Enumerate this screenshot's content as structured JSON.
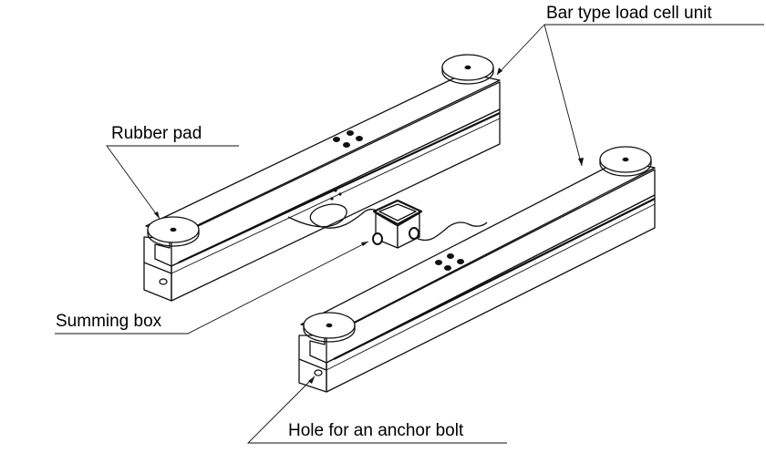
{
  "diagram": {
    "title": "Bar type load cell scale components",
    "labels": {
      "bar_unit": "Bar type load cell unit",
      "rubber_pad": "Rubber pad",
      "summing_box": "Summing box",
      "anchor_hole": "Hole for an anchor bolt"
    },
    "components": [
      {
        "id": "load-cell-bar-left",
        "name": "Bar type load cell unit (left)"
      },
      {
        "id": "load-cell-bar-right",
        "name": "Bar type load cell unit (right)"
      },
      {
        "id": "summing-box",
        "name": "Summing box"
      }
    ],
    "colors": {
      "line": "#111111",
      "background": "#ffffff"
    }
  }
}
